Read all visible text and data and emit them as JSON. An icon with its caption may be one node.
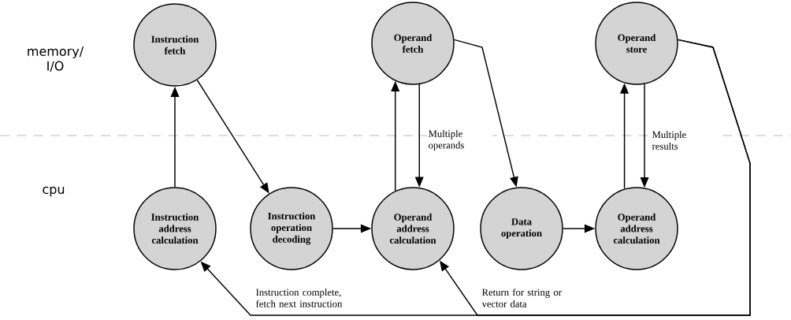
{
  "diagram": {
    "nodes": [
      {
        "text": [
          "Instruction fetch"
        ]
      },
      {
        "text": [
          "Operand fetch"
        ]
      },
      {
        "text": [
          "Operand store"
        ]
      },
      {
        "text": [
          "Instruction address calculation"
        ]
      },
      {
        "text": [
          "Instruction operation decoding"
        ]
      },
      {
        "text": [
          "Operand address calculation"
        ]
      },
      {
        "text": [
          "Data operation"
        ]
      },
      {
        "text": [
          "Operand address calculation"
        ]
      }
    ],
    "edges": [
      {
        "from": 3,
        "to": 0,
        "arrow": "to"
      },
      {
        "from": 0,
        "to": 4,
        "arrow": "to"
      },
      {
        "from": 4,
        "to": 5,
        "arrow": "to"
      },
      {
        "from": 5,
        "to": 1,
        "arrow": "to"
      },
      {
        "from": 1,
        "to": 5,
        "arrow": "to",
        "label": "Multiple operands"
      },
      {
        "from": 1,
        "to": 6,
        "arrow": "to"
      },
      {
        "from": 6,
        "to": 7,
        "arrow": "to"
      },
      {
        "from": 7,
        "to": 2,
        "arrow": "to"
      },
      {
        "from": 2,
        "to": 7,
        "arrow": "to",
        "label": "Multiple results"
      },
      {
        "from": 2,
        "to": 3,
        "arrow": "to",
        "label": "Instruction complete, fetch next instruction"
      },
      {
        "from": 2,
        "to": 5,
        "arrow": "to",
        "label": "Return for string or vector data"
      }
    ],
    "labels": [
      "memory/ I/O",
      "cpu"
    ]
  }
}
